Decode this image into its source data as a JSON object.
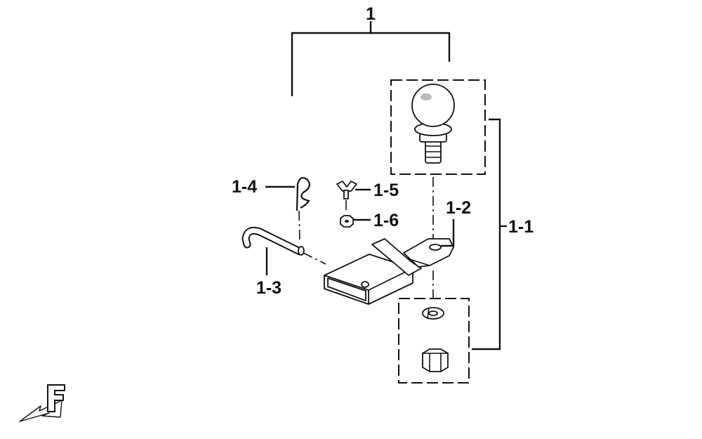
{
  "labels": {
    "assembly": "1",
    "ball_mount": "1-1",
    "drawbar": "1-2",
    "hitch_pin": "1-3",
    "clip_pin": "1-4",
    "wing_bolt": "1-5",
    "nut_small": "1-6"
  },
  "orientation_mark": "F",
  "colors": {
    "line": "#111111",
    "background": "#ffffff"
  }
}
